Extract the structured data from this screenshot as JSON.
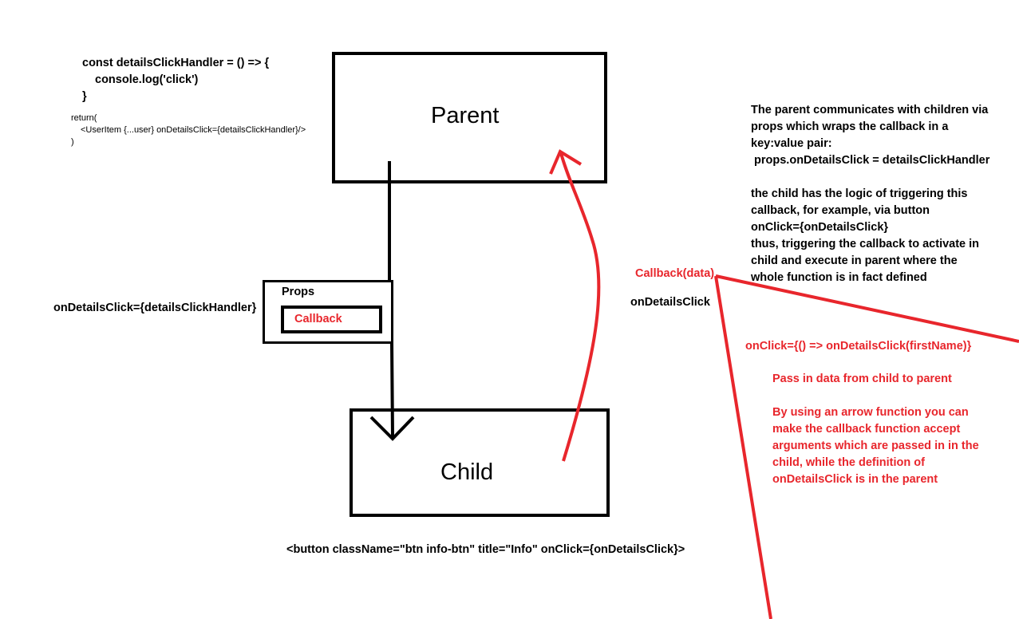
{
  "code_block": {
    "line1": "const detailsClickHandler = () => {",
    "line2": "console.log('click')",
    "line3": "}",
    "line4": "return(",
    "line5": "<UserItem  {...user} onDetailsClick={detailsClickHandler}/>",
    "line6": ")"
  },
  "parent_label": "Parent",
  "child_label": "Child",
  "props_label": "Props",
  "callback_label": "Callback",
  "props_assignment": "onDetailsClick={detailsClickHandler}",
  "callback_data_label": "Callback(data)",
  "on_details_click_label": "onDetailsClick",
  "explanation_lines": [
    "The parent communicates with children via",
    "props which wraps the callback in a",
    "key:value pair:",
    " props.onDetailsClick = detailsClickHandler",
    "",
    "the child has the logic of triggering this",
    "callback, for example, via button",
    "onClick={onDetailsClick}",
    "thus, triggering the callback to activate in",
    "child and execute in parent where the",
    "whole function is in fact defined"
  ],
  "onclick_arrow": "onClick={() => onDetailsClick(firstName)}",
  "red_note_lines": [
    "Pass in data from child to parent",
    "",
    "By using an arrow function you can",
    "make the callback function accept",
    "arguments which are passed in in the",
    "child, while the definition of",
    "onDetailsClick is in the parent"
  ],
  "button_code": "<button className=\"btn info-btn\" title=\"Info\" onClick={onDetailsClick}>",
  "colors": {
    "annotation_red": "#e8262c",
    "stroke_black": "#000000"
  }
}
